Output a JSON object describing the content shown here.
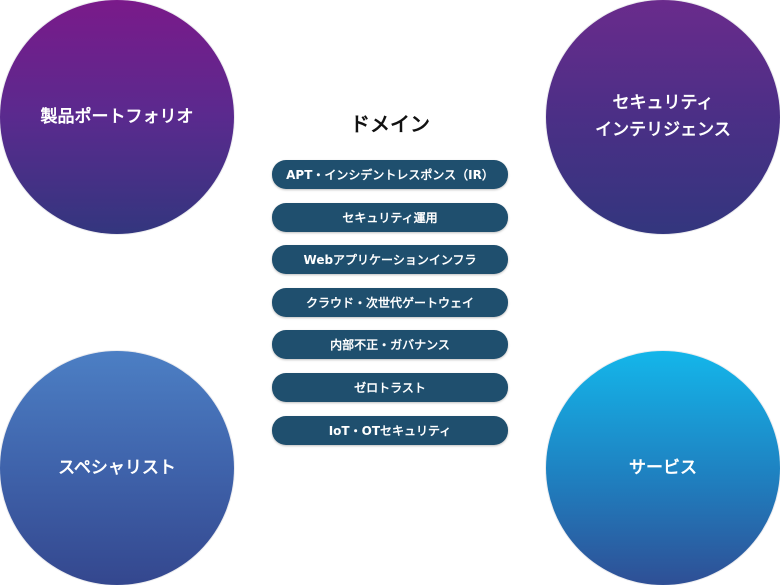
{
  "circles": {
    "top_left": "製品ポートフォリオ",
    "top_right": "セキュリティ\nインテリジェンス",
    "bottom_left": "スペシャリスト",
    "bottom_right": "サービス"
  },
  "domain": {
    "title": "ドメイン",
    "items": [
      "APT・インシデントレスポンス（IR）",
      "セキュリティ運用",
      "Webアプリケーションインフラ",
      "クラウド・次世代ゲートウェイ",
      "内部不正・ガバナンス",
      "ゼロトラスト",
      "IoT・OTセキュリティ"
    ]
  },
  "colors": {
    "pill": "#1f4f6e",
    "top_left_circle": "#7a1a8a",
    "top_right_circle": "#6a2b8c",
    "bottom_left_circle": "#4c7fc4",
    "bottom_right_circle": "#14b6ea"
  }
}
